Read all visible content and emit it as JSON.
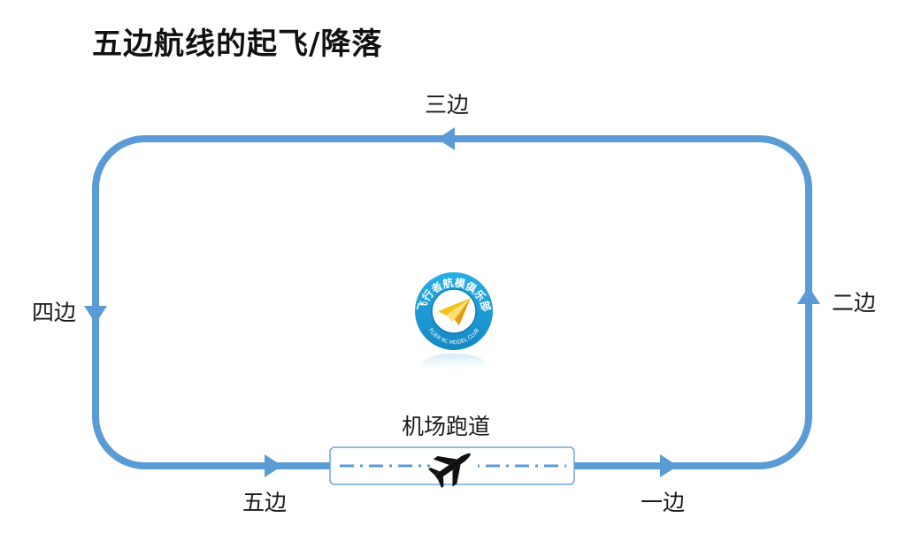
{
  "title": "五边航线的起飞/降落",
  "legs": {
    "leg1": "一边",
    "leg2": "二边",
    "leg3": "三边",
    "leg4": "四边",
    "leg5": "五边"
  },
  "runway_label": "机场跑道",
  "logo": {
    "ring_text": "飞行者航模俱乐部",
    "ring_text_en": "FLIER RC MODEL CLUB"
  },
  "colors": {
    "circuit": "#5b9bd5",
    "runway_border": "#6ea6dc",
    "runway_centerline": "#5b9bd5",
    "logo_ring": "#1b9fd6",
    "plane_icon": "#111111"
  }
}
